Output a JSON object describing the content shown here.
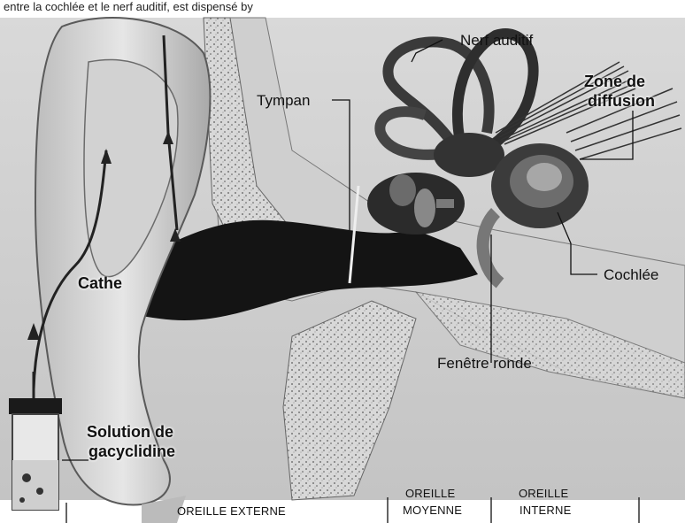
{
  "diagram": {
    "top_caption": "entre la cochlée et le nerf auditif, est dispensé by",
    "labels": {
      "nerf_auditif": "Nerf auditif",
      "zone_diffusion_line1": "Zone de",
      "zone_diffusion_line2": "diffusion",
      "tympan": "Tympan",
      "cathe": "Cathe",
      "cochlee": "Cochlée",
      "fenetre_ronde": "Fenêtre ronde",
      "solution_line1": "Solution de",
      "solution_line2": "gacyclidine"
    },
    "regions": {
      "oreille_externe": "OREILLE EXTERNE",
      "oreille_moyenne_line1": "OREILLE",
      "oreille_moyenne_line2": "MOYENNE",
      "oreille_interne_line1": "OREILLE",
      "oreille_interne_line2": "INTERNE"
    }
  }
}
